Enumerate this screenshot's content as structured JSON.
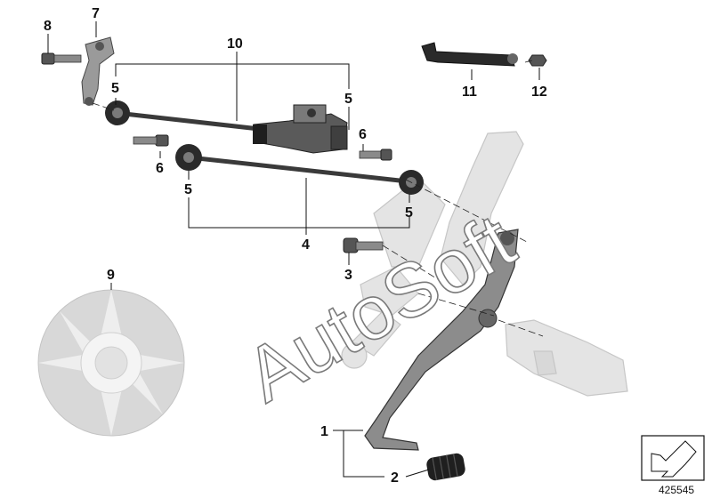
{
  "diagram": {
    "callouts": {
      "c1": "1",
      "c2": "2",
      "c3": "3",
      "c4": "4",
      "c5a": "5",
      "c5b": "5",
      "c5c": "5",
      "c5d": "5",
      "c6a": "6",
      "c6b": "6",
      "c7": "7",
      "c8": "8",
      "c9": "9",
      "c10": "10",
      "c11": "11",
      "c12": "12"
    },
    "reference_id": "425545",
    "watermark": "AutoSoft"
  },
  "colors": {
    "part_dark": "#2b2b2b",
    "part_mid": "#6e6e6e",
    "part_light": "#bdbdbd",
    "ghost_part": "#dcdcdc",
    "disc": "#cfcfcf",
    "watermark_outline": "#7a7a7a"
  }
}
